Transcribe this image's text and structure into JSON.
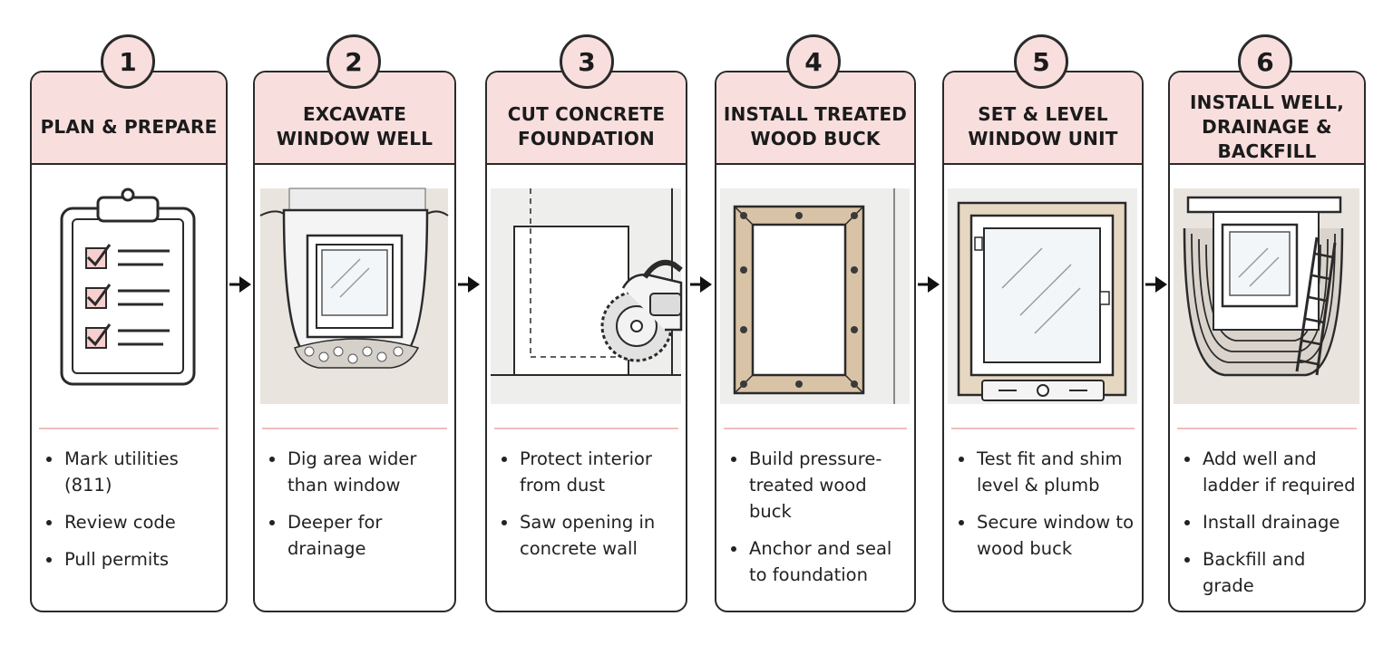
{
  "steps": [
    {
      "number": "1",
      "title": "PLAN & PREPARE",
      "bullets": [
        "Mark utilities (811)",
        "Review code",
        "Pull permits"
      ]
    },
    {
      "number": "2",
      "title": "EXCAVATE\nWINDOW WELL",
      "bullets": [
        "Dig area wider than window",
        "Deeper for drainage"
      ]
    },
    {
      "number": "3",
      "title": "CUT CONCRETE\nFOUNDATION",
      "bullets": [
        "Protect interior from dust",
        "Saw opening in concrete wall"
      ]
    },
    {
      "number": "4",
      "title": "INSTALL TREATED\nWOOD BUCK",
      "bullets": [
        "Build pressure-treated wood buck",
        "Anchor and seal to foundation"
      ]
    },
    {
      "number": "5",
      "title": "SET & LEVEL\nWINDOW UNIT",
      "bullets": [
        "Test fit and shim level & plumb",
        "Secure window to wood buck"
      ]
    },
    {
      "number": "6",
      "title": "INSTALL WELL,\nDRAINAGE &\nBACKFILL",
      "bullets": [
        "Add well and ladder if required",
        "Install drainage",
        "Backfill and grade"
      ]
    }
  ],
  "icons": [
    "clipboard-checklist-icon",
    "excavated-window-well-icon",
    "concrete-saw-cut-icon",
    "wood-buck-frame-icon",
    "leveled-window-unit-icon",
    "window-well-ladder-icon"
  ],
  "colors": {
    "header_fill": "#f9dede",
    "divider": "#f2bcbc",
    "outline": "#2a2a2a",
    "check_fill": "#f7cfcf"
  }
}
